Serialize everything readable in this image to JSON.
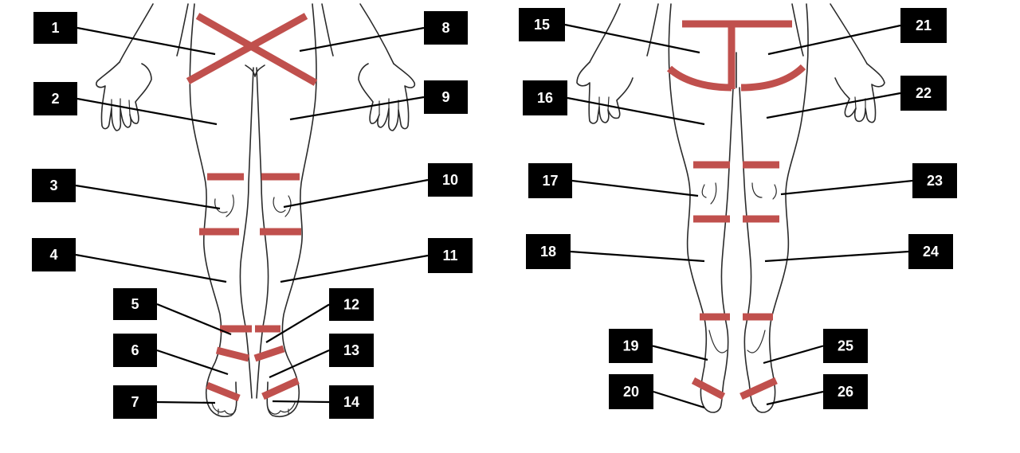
{
  "colors": {
    "region_band": "#c0504d",
    "label_box": "#000000",
    "label_text": "#ffffff",
    "outline": "#2b2b2b"
  },
  "figure": {
    "panels": [
      "anterior-lower-limbs",
      "posterior-lower-limbs"
    ]
  },
  "labels": [
    {
      "id": "label-1",
      "text": "1"
    },
    {
      "id": "label-2",
      "text": "2"
    },
    {
      "id": "label-3",
      "text": "3"
    },
    {
      "id": "label-4",
      "text": "4"
    },
    {
      "id": "label-5",
      "text": "5"
    },
    {
      "id": "label-6",
      "text": "6"
    },
    {
      "id": "label-7",
      "text": "7"
    },
    {
      "id": "label-8",
      "text": "8"
    },
    {
      "id": "label-9",
      "text": "9"
    },
    {
      "id": "label-10",
      "text": "10"
    },
    {
      "id": "label-11",
      "text": "11"
    },
    {
      "id": "label-12",
      "text": "12"
    },
    {
      "id": "label-13",
      "text": "13"
    },
    {
      "id": "label-14",
      "text": "14"
    },
    {
      "id": "label-15",
      "text": "15"
    },
    {
      "id": "label-16",
      "text": "16"
    },
    {
      "id": "label-17",
      "text": "17"
    },
    {
      "id": "label-18",
      "text": "18"
    },
    {
      "id": "label-19",
      "text": "19"
    },
    {
      "id": "label-20",
      "text": "20"
    },
    {
      "id": "label-21",
      "text": "21"
    },
    {
      "id": "label-22",
      "text": "22"
    },
    {
      "id": "label-23",
      "text": "23"
    },
    {
      "id": "label-24",
      "text": "24"
    },
    {
      "id": "label-25",
      "text": "25"
    },
    {
      "id": "label-26",
      "text": "26"
    }
  ]
}
